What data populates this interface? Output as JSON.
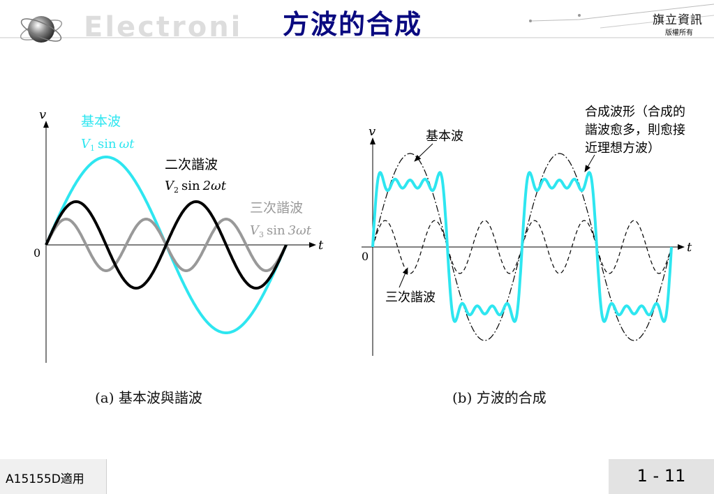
{
  "header": {
    "title": "方波的合成",
    "watermark": "Electroni",
    "publisher": "旗立資訊",
    "copyright": "版權所有"
  },
  "colors": {
    "title": "#0a0a80",
    "fundamental": "#2ee6f0",
    "second_harmonic": "#000000",
    "third_harmonic": "#999999"
  },
  "panel_a": {
    "caption": "(a) 基本波與諧波",
    "axis_v": "v",
    "axis_t": "t",
    "origin": "0",
    "fundamental_label": "基本波",
    "fundamental_formula": {
      "var": "V",
      "sub": "1",
      "func": "sin",
      "arg": "ωt"
    },
    "second_label": "二次諧波",
    "second_formula": {
      "var": "V",
      "sub": "2",
      "func": "sin",
      "arg": "2ωt"
    },
    "third_label": "三次諧波",
    "third_formula": {
      "var": "V",
      "sub": "3",
      "func": "sin",
      "arg": "3ωt"
    }
  },
  "panel_b": {
    "caption": "(b) 方波的合成",
    "axis_v": "v",
    "axis_t": "t",
    "origin": "0",
    "fundamental_label": "基本波",
    "third_label": "三次諧波",
    "composite_note": [
      "合成波形（合成的",
      "諧波愈多，則愈接",
      "近理想方波）"
    ]
  },
  "footer": {
    "course": "A15155D適用",
    "page": "1 - 11"
  }
}
